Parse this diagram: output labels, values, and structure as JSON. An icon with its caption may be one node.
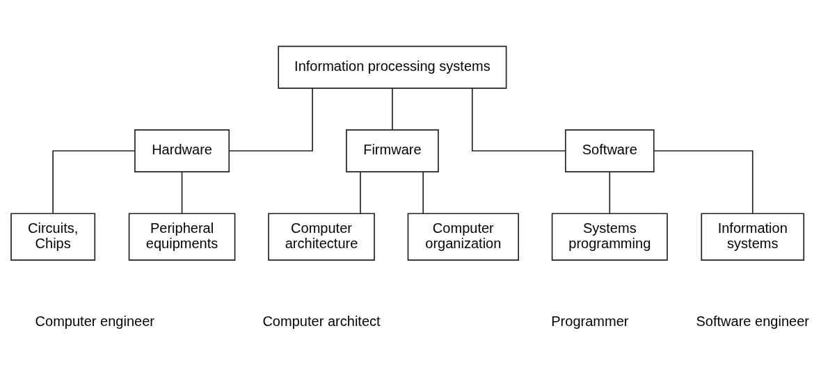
{
  "diagram": {
    "nodes": [
      {
        "text": [
          "Information processing systems"
        ]
      },
      {
        "text": [
          "Hardware"
        ]
      },
      {
        "text": [
          "Firmware"
        ]
      },
      {
        "text": [
          "Software"
        ]
      },
      {
        "text": [
          "Circuits, Chips"
        ]
      },
      {
        "text": [
          "Peripheral equipments"
        ]
      },
      {
        "text": [
          "Computer architecture"
        ]
      },
      {
        "text": [
          "Computer organization"
        ]
      },
      {
        "text": [
          "Systems programming"
        ]
      },
      {
        "text": [
          "Information systems"
        ]
      }
    ],
    "edges": [
      {
        "from": 0,
        "to": 1,
        "arrow": "none"
      },
      {
        "from": 0,
        "to": 2,
        "arrow": "none"
      },
      {
        "from": 0,
        "to": 3,
        "arrow": "none"
      },
      {
        "from": 1,
        "to": 4,
        "arrow": "none"
      },
      {
        "from": 1,
        "to": 5,
        "arrow": "none"
      },
      {
        "from": 2,
        "to": 6,
        "arrow": "none"
      },
      {
        "from": 2,
        "to": 7,
        "arrow": "none"
      },
      {
        "from": 3,
        "to": 8,
        "arrow": "none"
      },
      {
        "from": 3,
        "to": 9,
        "arrow": "none"
      }
    ],
    "labels": [
      "Computer engineer",
      "Computer architect",
      "Programmer",
      "Software engineer"
    ]
  }
}
